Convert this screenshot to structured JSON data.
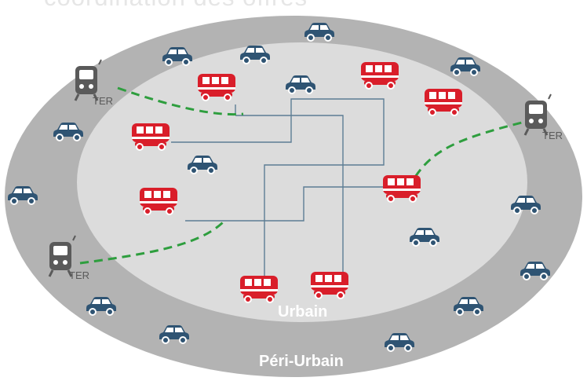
{
  "header": {
    "partial_title": "coordination des offres"
  },
  "zones": {
    "inner_label": "Urbain",
    "outer_label": "Péri-Urbain"
  },
  "train_label": "TER",
  "colors": {
    "outer_ring": "#b3b3b3",
    "inner_zone": "#dcdcdc",
    "bus": "#d91e2a",
    "car": "#2f5473",
    "train": "#5a5a5a",
    "network_line": "#5d7d94",
    "train_link": "#2e9e3e"
  },
  "icons": {
    "bus": "bus-icon",
    "car": "car-icon",
    "train": "train-icon"
  }
}
